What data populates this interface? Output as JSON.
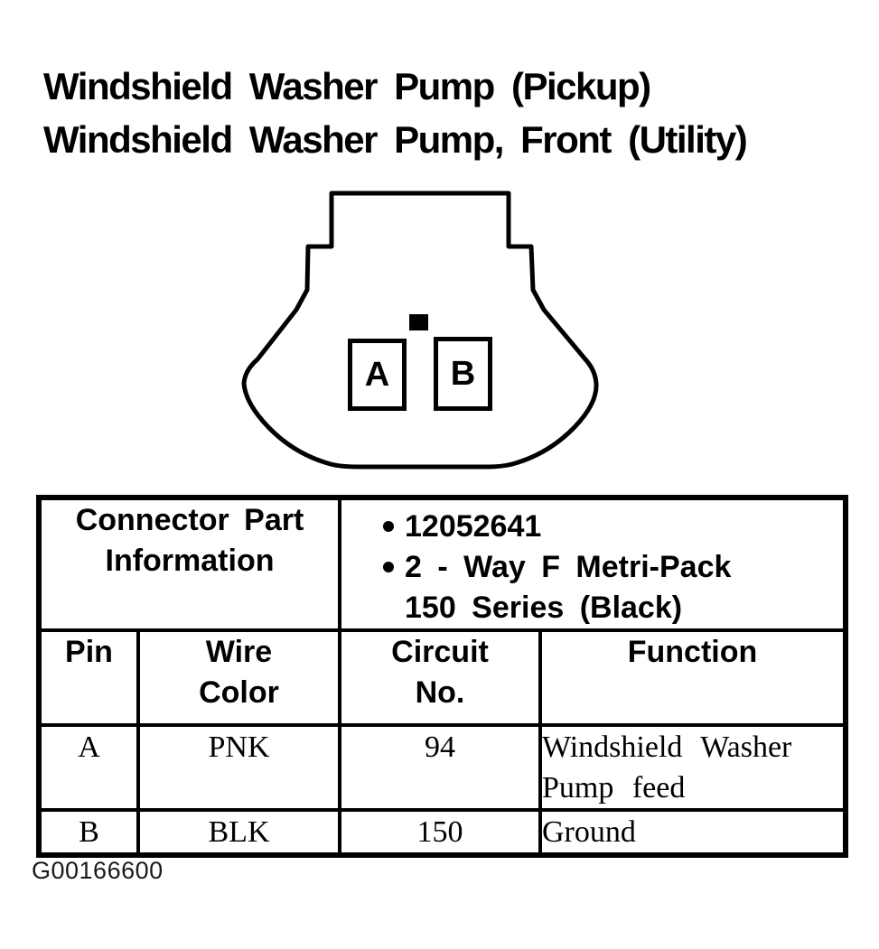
{
  "title": {
    "line1": "Windshield Washer Pump (Pickup)",
    "line2": "Windshield Washer Pump, Front (Utility)"
  },
  "connector_diagram": {
    "pins": [
      {
        "label": "A"
      },
      {
        "label": "B"
      }
    ],
    "keyway_icon": "filled-square-marker"
  },
  "table": {
    "part_info": {
      "label": "Connector Part Information",
      "bullet_icon": "filled-circle",
      "bullets": [
        "12052641",
        "2 - Way F Metri-Pack\n150 Series (Black)"
      ]
    },
    "headers": {
      "pin": "Pin",
      "wire_color": "Wire\nColor",
      "circuit_no": "Circuit\nNo.",
      "function": "Function"
    },
    "rows": [
      {
        "pin": "A",
        "wire_color": "PNK",
        "circuit_no": "94",
        "function": "Windshield Washer\nPump feed"
      },
      {
        "pin": "B",
        "wire_color": "BLK",
        "circuit_no": "150",
        "function": "Ground"
      }
    ]
  },
  "footer": {
    "figure_id": "G00166600"
  },
  "colors": {
    "ink": "#000000",
    "background": "#ffffff"
  }
}
